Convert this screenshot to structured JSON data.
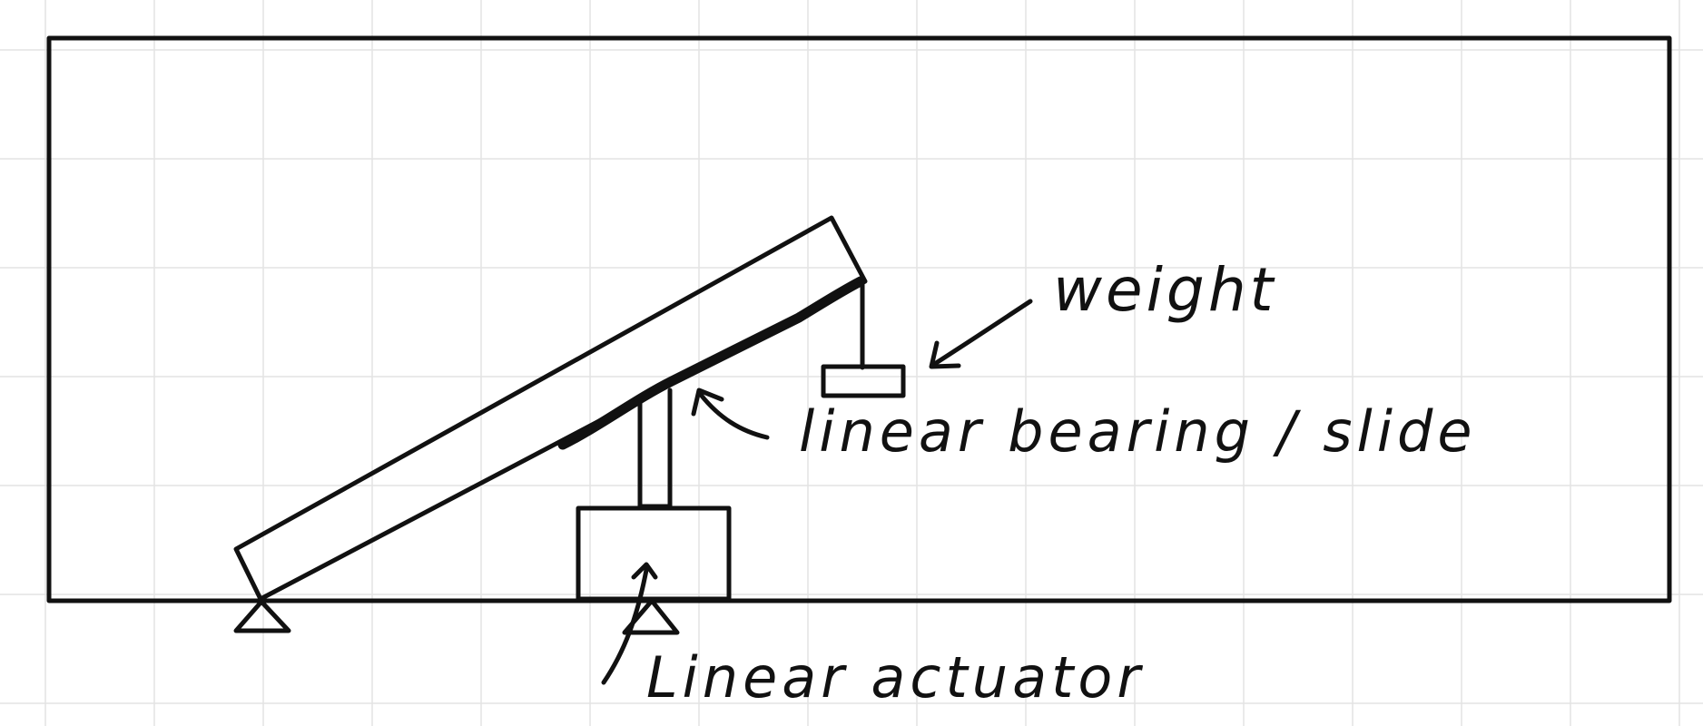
{
  "labels": {
    "weight": "weight",
    "bearing": "linear bearing / slide",
    "actuator": "Linear actuator"
  },
  "colors": {
    "ink": "#111111",
    "grid": "#e3e3e3",
    "background": "#ffffff"
  }
}
